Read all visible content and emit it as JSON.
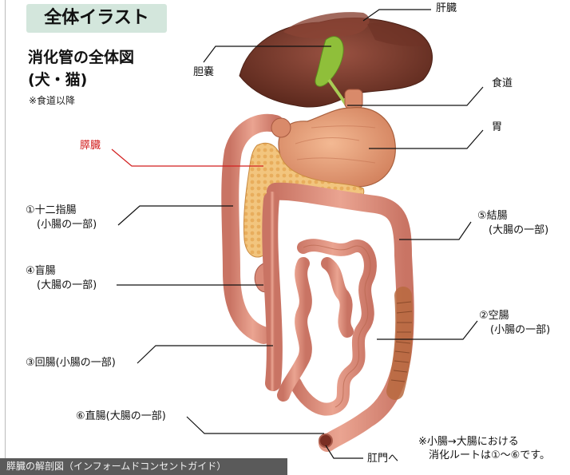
{
  "header": {
    "tag": "全体イラスト",
    "title_line1": "消化管の全体図",
    "title_line2": "(犬・猫)",
    "note": "※食道以降"
  },
  "labels": {
    "liver": "肝臓",
    "gallbladder": "胆嚢",
    "esophagus": "食道",
    "stomach": "胃",
    "pancreas": "膵臓",
    "duodenum_1": "①十二指腸",
    "duodenum_2": "(小腸の一部)",
    "colon_1": "⑤結腸",
    "colon_2": "(大腸の一部)",
    "cecum_1": "④盲腸",
    "cecum_2": "(大腸の一部)",
    "jejunum_1": "②空腸",
    "jejunum_2": "(小腸の一部)",
    "ileum": "③回腸(小腸の一部)",
    "rectum": "⑥直腸(大腸の一部)",
    "anus": "肛門へ"
  },
  "route_note": {
    "line1": "※小腸→大腸における",
    "line2": "　消化ルートは①〜⑥です。"
  },
  "footer": {
    "caption": "膵臓の解剖図（インフォームドコンセントガイド）"
  },
  "colors": {
    "liver": "#7a3b2c",
    "gallbladder": "#8fbf3a",
    "stomach": "#e6a07a",
    "pancreas": "#f0c078",
    "intestine": "#d98a78",
    "colon_band": "#b86a40",
    "label_red": "#d21f1f",
    "tag_bg": "#d3e6dc"
  }
}
